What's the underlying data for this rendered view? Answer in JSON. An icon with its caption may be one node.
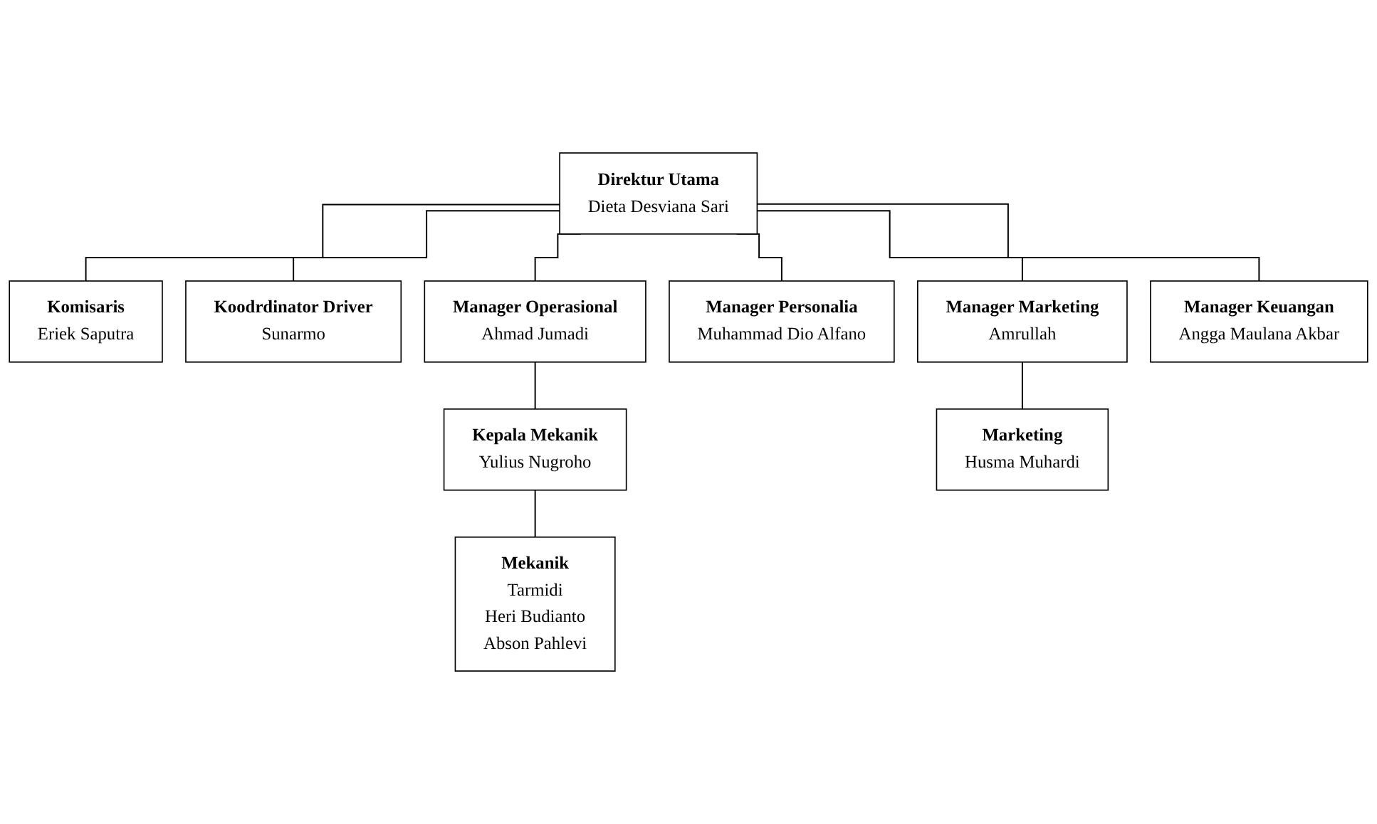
{
  "diagram": {
    "nodes": [
      {
        "text": [
          "Direktur Utama",
          "Dieta Desviana Sari"
        ]
      },
      {
        "text": [
          "Komisaris",
          "Eriek Saputra"
        ]
      },
      {
        "text": [
          "Koodrdinator Driver",
          "Sunarmo"
        ]
      },
      {
        "text": [
          "Manager Operasional",
          "Ahmad Jumadi"
        ]
      },
      {
        "text": [
          "Manager Personalia",
          "Muhammad Dio Alfano"
        ]
      },
      {
        "text": [
          "Manager Marketing",
          "Amrullah"
        ]
      },
      {
        "text": [
          "Manager Keuangan",
          "Angga Maulana Akbar"
        ]
      },
      {
        "text": [
          "Kepala Mekanik",
          "Yulius Nugroho"
        ]
      },
      {
        "text": [
          "Marketing",
          "Husma Muhardi"
        ]
      },
      {
        "text": [
          "Mekanik",
          "Tarmidi",
          "Heri Budianto",
          "Abson Pahlevi"
        ]
      }
    ],
    "edges": [
      {
        "from": 0,
        "to": 1,
        "arrow": "none"
      },
      {
        "from": 0,
        "to": 2,
        "arrow": "none"
      },
      {
        "from": 0,
        "to": 3,
        "arrow": "none"
      },
      {
        "from": 0,
        "to": 4,
        "arrow": "none"
      },
      {
        "from": 0,
        "to": 5,
        "arrow": "none"
      },
      {
        "from": 0,
        "to": 6,
        "arrow": "none"
      },
      {
        "from": 3,
        "to": 7,
        "arrow": "none"
      },
      {
        "from": 5,
        "to": 8,
        "arrow": "none"
      },
      {
        "from": 7,
        "to": 9,
        "arrow": "none"
      }
    ]
  }
}
